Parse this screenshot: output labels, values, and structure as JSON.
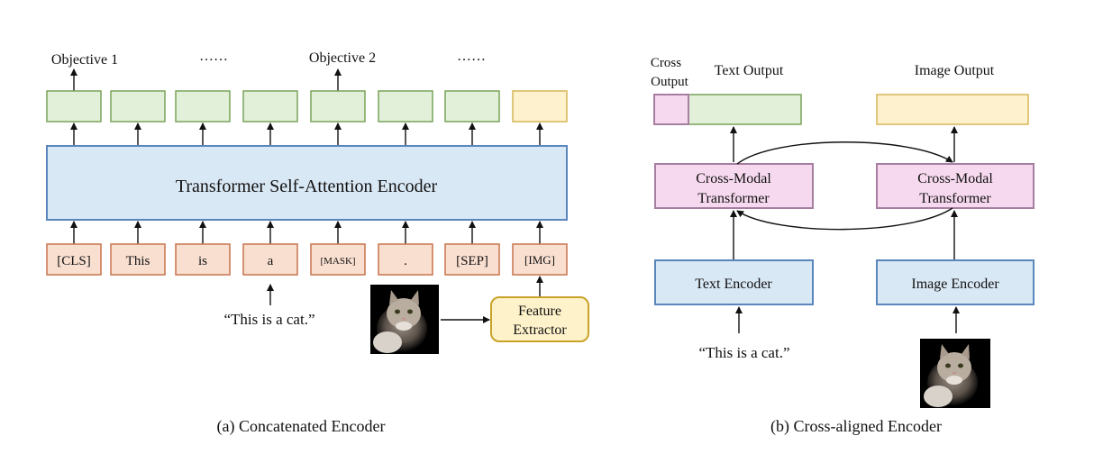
{
  "colors": {
    "green_fill": "#e3f0d9",
    "green_stroke": "#7aa35a",
    "yellow_fill": "#fdf2cd",
    "yellow_stroke": "#d6b656",
    "blue_fill": "#d9e8f5",
    "blue_stroke": "#5b86bb",
    "orange_fill": "#f9dfd0",
    "orange_stroke": "#c8734d",
    "pink_fill": "#f6d9ee",
    "pink_stroke": "#a67ea0",
    "feature_fill": "#fef2ca",
    "feature_stroke": "#c9a227"
  },
  "left": {
    "objective_1": "Objective 1",
    "dots_1": "……",
    "objective_2": "Objective 2",
    "dots_2": "……",
    "encoder_label": "Transformer Self-Attention Encoder",
    "tokens": [
      "[CLS]",
      "This",
      "is",
      "a",
      "[MASK]",
      ".",
      "[SEP]",
      "[IMG]"
    ],
    "text_input": "“This is a cat.”",
    "feature_extractor_line1": "Feature",
    "feature_extractor_line2": "Extractor",
    "caption": "(a) Concatenated Encoder"
  },
  "right": {
    "cross_output_line1": "Cross",
    "cross_output_line2": "Output",
    "text_output": "Text Output",
    "image_output": "Image Output",
    "cross_modal_line1": "Cross-Modal",
    "cross_modal_line2": "Transformer",
    "text_encoder": "Text Encoder",
    "image_encoder": "Image Encoder",
    "text_input": "“This is a cat.”",
    "caption": "(b) Cross-aligned Encoder"
  }
}
